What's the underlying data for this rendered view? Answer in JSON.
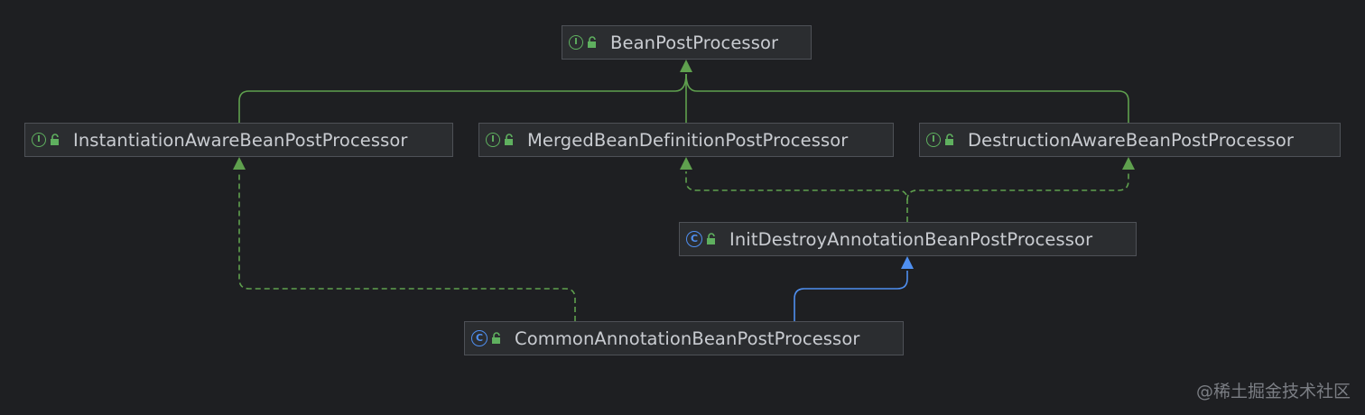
{
  "diagram": {
    "nodes": [
      {
        "id": "bpp",
        "kind": "interface",
        "kind_glyph": "I",
        "name": "BeanPostProcessor"
      },
      {
        "id": "iabpp",
        "kind": "interface",
        "kind_glyph": "I",
        "name": "InstantiationAwareBeanPostProcessor"
      },
      {
        "id": "mbdpp",
        "kind": "interface",
        "kind_glyph": "I",
        "name": "MergedBeanDefinitionPostProcessor"
      },
      {
        "id": "dabpp",
        "kind": "interface",
        "kind_glyph": "I",
        "name": "DestructionAwareBeanPostProcessor"
      },
      {
        "id": "idabpp",
        "kind": "class",
        "kind_glyph": "C",
        "name": "InitDestroyAnnotationBeanPostProcessor"
      },
      {
        "id": "cabpp",
        "kind": "class",
        "kind_glyph": "C",
        "name": "CommonAnnotationBeanPostProcessor"
      }
    ],
    "edges": [
      {
        "from": "iabpp",
        "to": "bpp",
        "type": "extends"
      },
      {
        "from": "mbdpp",
        "to": "bpp",
        "type": "extends"
      },
      {
        "from": "dabpp",
        "to": "bpp",
        "type": "extends"
      },
      {
        "from": "idabpp",
        "to": "mbdpp",
        "type": "implements"
      },
      {
        "from": "idabpp",
        "to": "dabpp",
        "type": "implements"
      },
      {
        "from": "cabpp",
        "to": "iabpp",
        "type": "implements"
      },
      {
        "from": "cabpp",
        "to": "idabpp",
        "type": "class-extends"
      }
    ],
    "colors": {
      "background": "#1e1f22",
      "node_fill": "#2b2d30",
      "node_border": "#4e5157",
      "interface_edge": "#5fa04e",
      "class_edge": "#4f8ff0"
    }
  },
  "watermark": "@稀土掘金技术社区"
}
